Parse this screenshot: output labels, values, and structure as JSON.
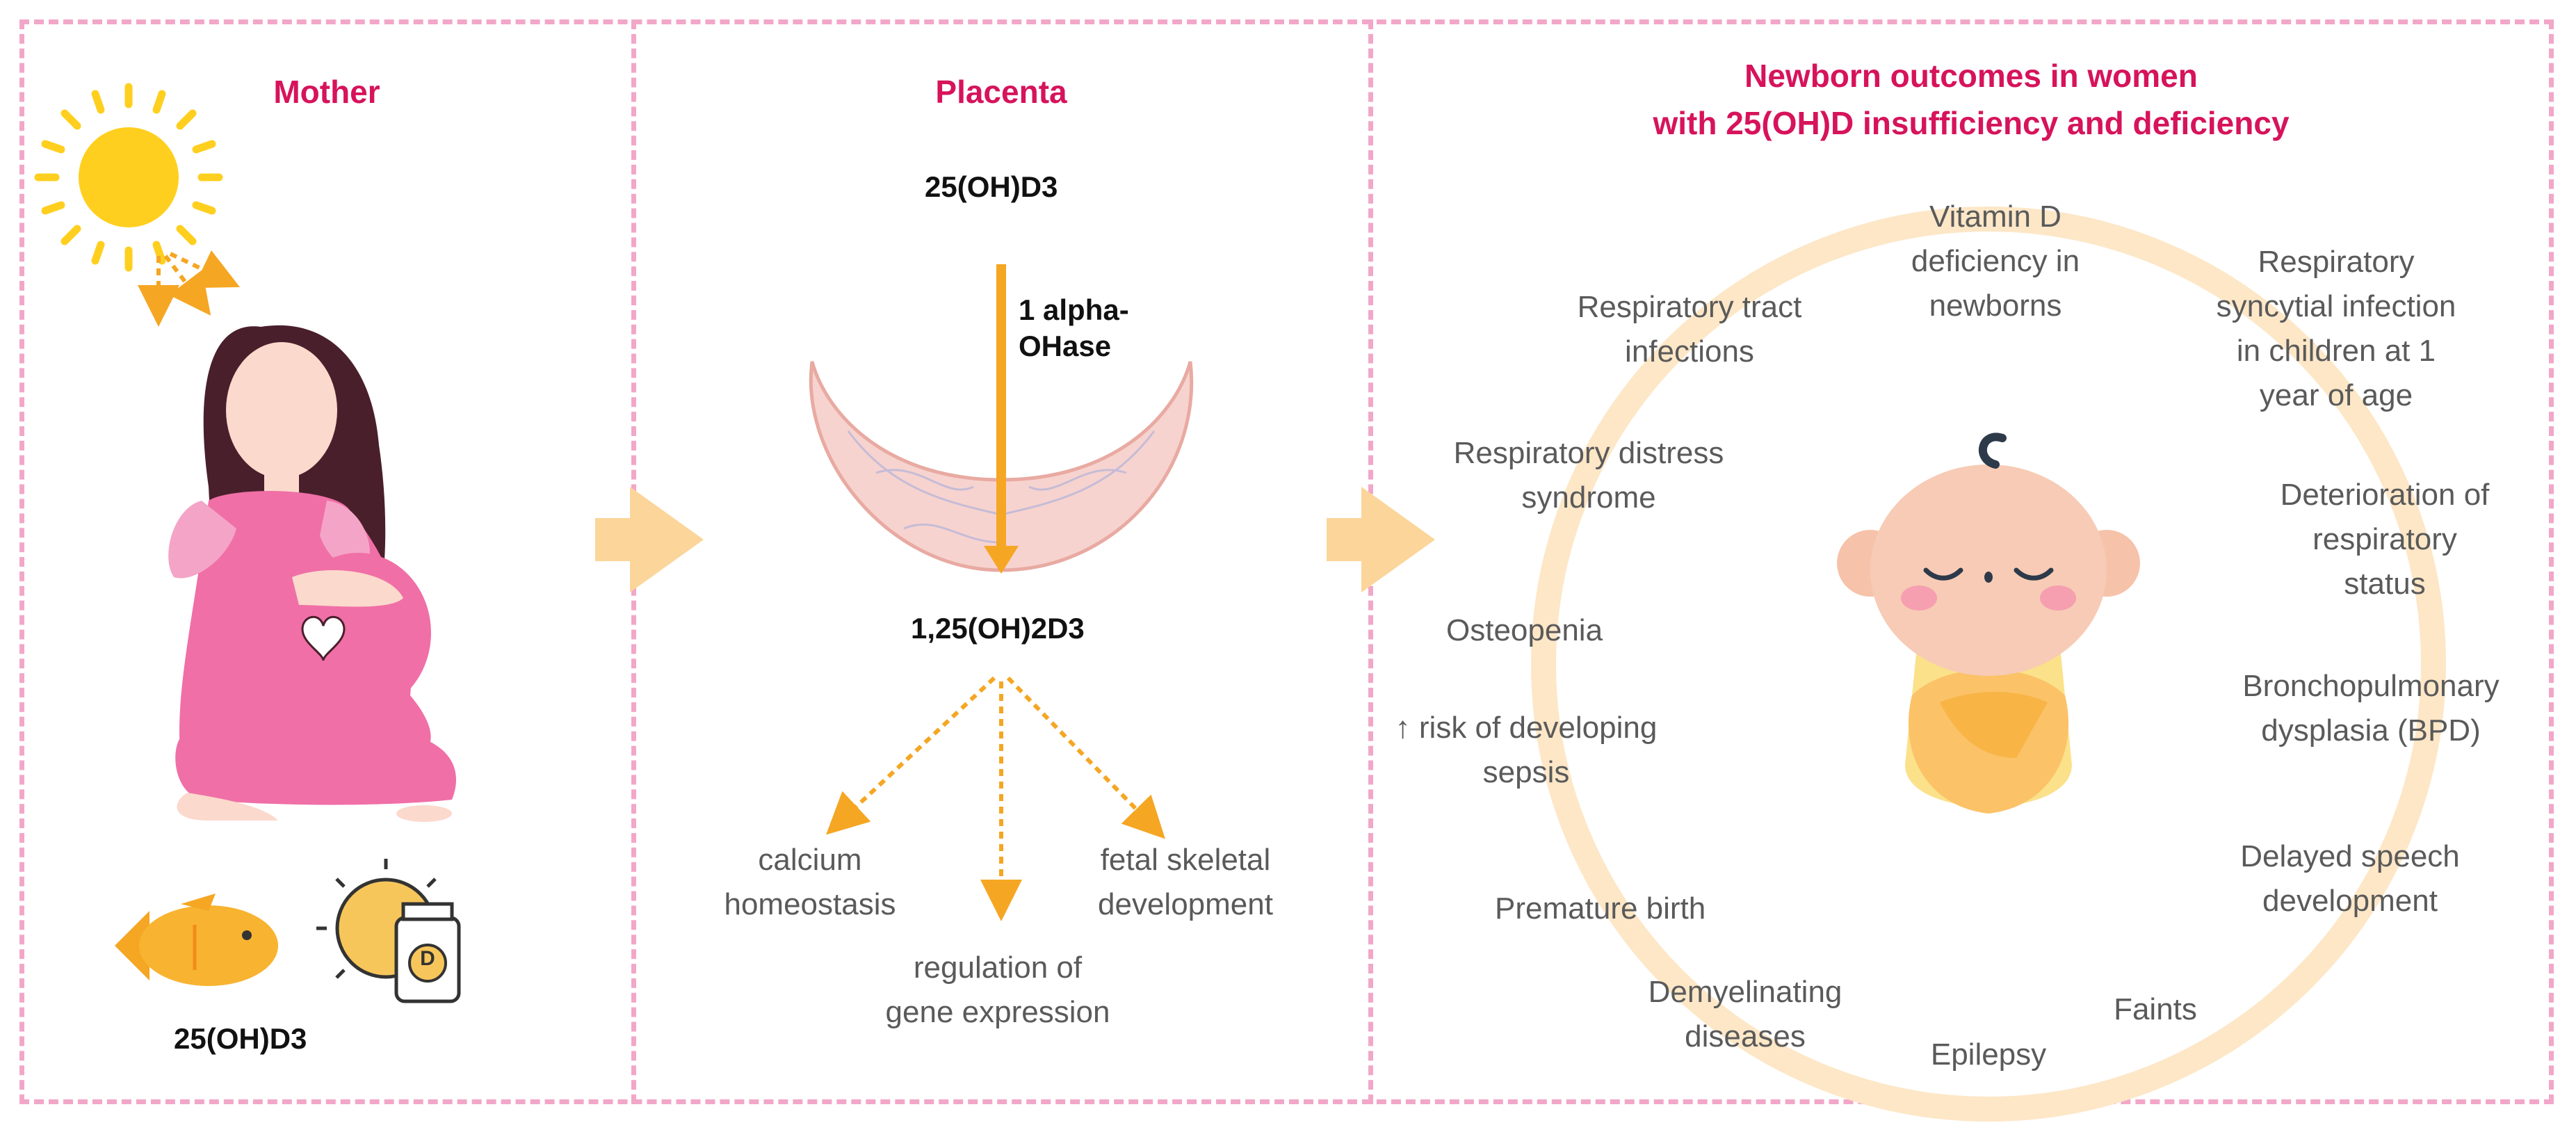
{
  "panels": {
    "mother": {
      "title": "Mother",
      "metabolite": "25(OH)D3",
      "vitamin_badge": "D"
    },
    "placenta": {
      "title": "Placenta",
      "top_metabolite": "25(OH)D3",
      "enzyme": "1 alpha-OHase",
      "bottom_metabolite": "1,25(OH)2D3",
      "effects": [
        "calcium homeostasis",
        "regulation of gene expression",
        "fetal skeletal development"
      ]
    },
    "newborn": {
      "title_line1": "Newborn outcomes in women",
      "title_line2": "with 25(OH)D insufficiency and deficiency",
      "outcomes": {
        "vitd_deficiency": "Vitamin D deficiency in newborns",
        "resp_tract": "Respiratory tract infections",
        "rsv": "Respiratory syncytial infection in children at 1 year of age",
        "rds": "Respiratory distress syndrome",
        "resp_status": "Deterioration of respiratory status",
        "osteopenia": "Osteopenia",
        "bpd": "Bronchopulmonary dysplasia (BPD)",
        "sepsis": "↑ risk of developing sepsis",
        "speech": "Delayed speech development",
        "premature": "Premature birth",
        "demyelinating": "Demyelinating diseases",
        "faints": "Faints",
        "epilepsy": "Epilepsy"
      }
    }
  },
  "colors": {
    "border": "#f2a7c9",
    "title": "#d6135b",
    "arrow": "#f5a623",
    "flow_arrow": "#fbd59a",
    "halo": "#fde7c7"
  }
}
